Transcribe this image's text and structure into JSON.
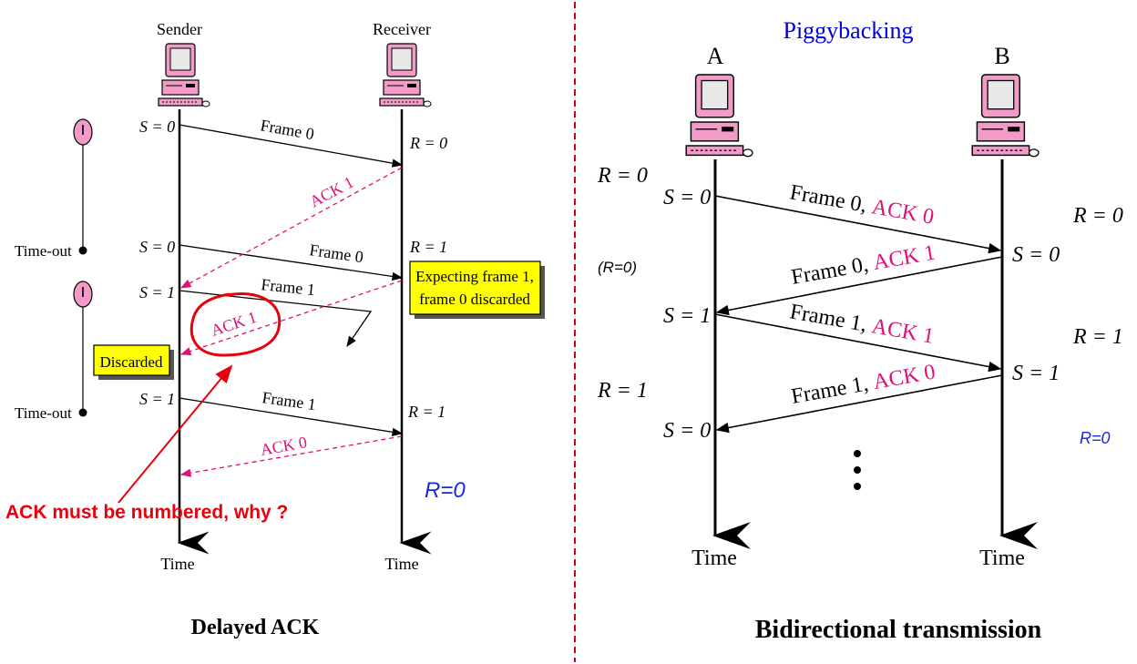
{
  "colors": {
    "line": "#000000",
    "ack": "#e0107a",
    "pink_fill": "#f39bc8",
    "highlight": "#ffff00",
    "divider": "#d0021b",
    "annotation_red": "#e8000b",
    "blue_note": "#1a2ad8",
    "piggyback_title": "#0000dd"
  },
  "left_panel": {
    "title": "Delayed ACK",
    "sender_label": "Sender",
    "receiver_label": "Receiver",
    "time_sender": "Time",
    "time_receiver": "Time",
    "timeout_label_1": "Time-out",
    "timeout_label_2": "Time-out",
    "s_labels": [
      "S = 0",
      "S = 0",
      "S = 1",
      "S = 1"
    ],
    "r_labels": [
      "R = 0",
      "R = 1",
      "R = 1"
    ],
    "frame_labels": [
      "Frame 0",
      "Frame 0",
      "Frame 1",
      "Frame 1"
    ],
    "ack_labels": [
      "ACK 1",
      "ACK 1",
      "ACK 0"
    ],
    "expect_box_line1": "Expecting frame 1,",
    "expect_box_line2": "frame 0 discarded",
    "discarded_box": "Discarded",
    "question": "ACK must be numbered, why ?",
    "r_note": "R=0"
  },
  "right_panel": {
    "header": "Piggybacking",
    "title": "Bidirectional transmission",
    "a_label": "A",
    "b_label": "B",
    "time_a": "Time",
    "time_b": "Time",
    "a_r_labels": [
      "R = 0",
      "R = 1"
    ],
    "a_s_labels": [
      "S = 0",
      "S = 1",
      "S = 0"
    ],
    "b_r_labels": [
      "R = 0",
      "R = 1"
    ],
    "b_s_labels": [
      "S = 0",
      "S = 1"
    ],
    "msg_frame": [
      "Frame 0,",
      "Frame 0,",
      "Frame 1,",
      "Frame 1,"
    ],
    "msg_ack": [
      "ACK 0",
      "ACK 1",
      "ACK 1",
      "ACK 0"
    ],
    "note_left": "(R=0)",
    "note_right": "R=0"
  }
}
